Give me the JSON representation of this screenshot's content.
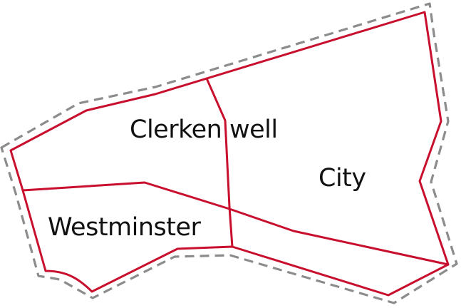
{
  "map": {
    "areas": [
      {
        "id": "clerkenwell",
        "name": "Clerken well"
      },
      {
        "id": "city",
        "name": "City"
      },
      {
        "id": "westminster",
        "name": "Westminster"
      }
    ],
    "colors": {
      "boundary": "#c8102e",
      "outline": "#8c8c8c",
      "label": "#111111",
      "background": "#ffffff"
    }
  }
}
